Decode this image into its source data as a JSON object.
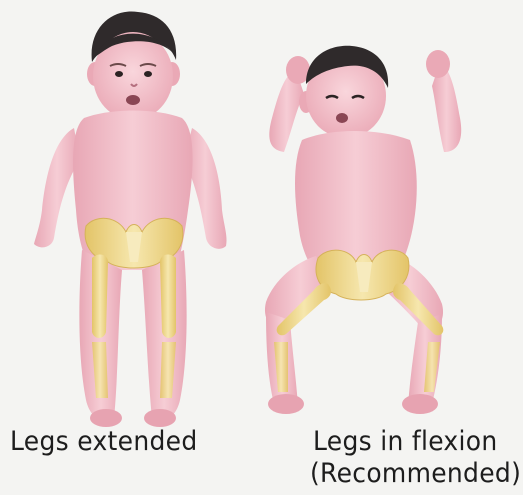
{
  "figure": {
    "left_panel": {
      "caption": "Legs extended"
    },
    "right_panel": {
      "caption_line1": "Legs in flexion",
      "caption_line2": "(Recommended)"
    }
  },
  "colors": {
    "skin": "#f0bcc6",
    "skin_shadow": "#e29aa9",
    "hair": "#2f2a2b",
    "bone": "#f2e2a0",
    "bone_shadow": "#e0c46a",
    "background": "#f4f4f2",
    "text": "#1d1d1d"
  }
}
